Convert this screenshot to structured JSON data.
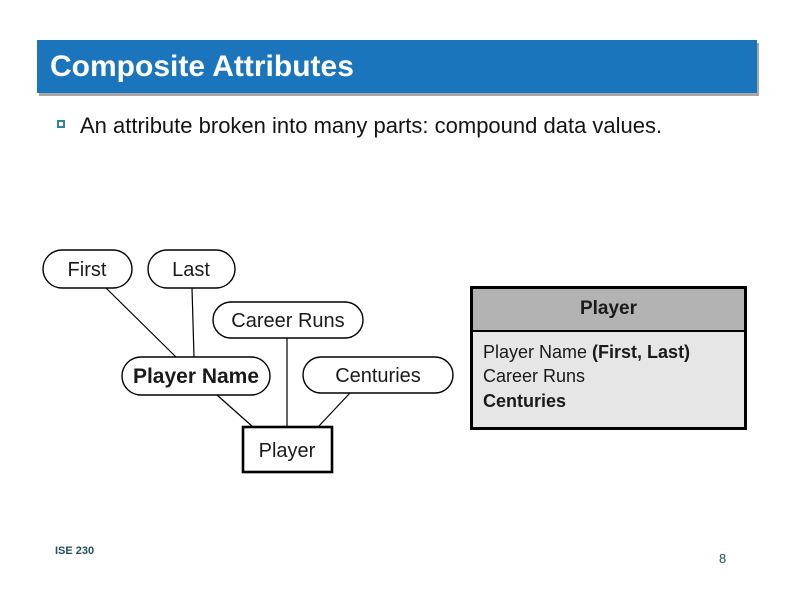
{
  "slide": {
    "title": "Composite Attributes",
    "bullet_text": "An attribute broken into many parts: compound data values.",
    "footer_left": "ISE 230",
    "page_number": "8"
  },
  "colors": {
    "title_bar_bg": "#1B75BC",
    "title_text": "#FFFFFF",
    "bullet_marker": "#31849B",
    "table_header_bg": "#B3B3B3",
    "table_body_bg": "#E6E6E6",
    "footer_text": "#1F4E5F"
  },
  "diagram": {
    "entity": "Player",
    "attributes": [
      {
        "label": "First"
      },
      {
        "label": "Last"
      },
      {
        "label": "Career Runs"
      },
      {
        "label": "Player Name"
      },
      {
        "label": "Centuries"
      }
    ]
  },
  "table": {
    "header": "Player",
    "rows": [
      {
        "name": "Player Name ",
        "detail": "(First, Last)"
      },
      {
        "name": "Career Runs",
        "detail": ""
      },
      {
        "name": "Centuries",
        "detail": ""
      }
    ]
  }
}
